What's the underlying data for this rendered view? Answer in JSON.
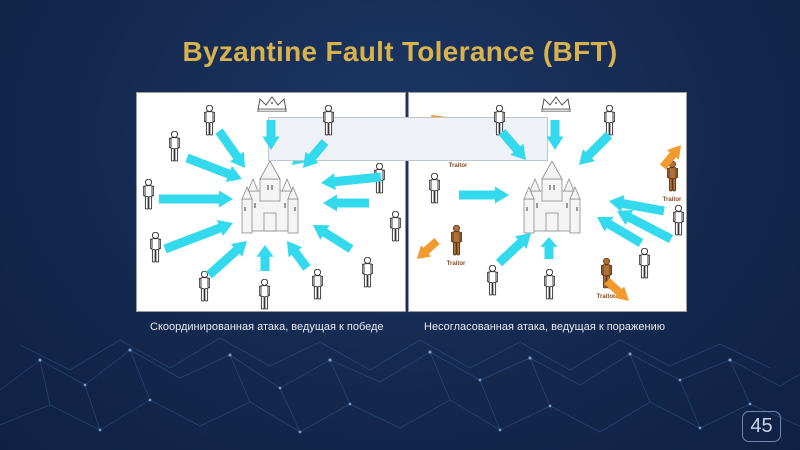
{
  "slide": {
    "title": "Byzantine Fault Tolerance (BFT)",
    "number": "45",
    "background_color": "#14294f",
    "title_color": "#d8b24c"
  },
  "left_panel": {
    "caption": "Скоординированная атака, ведущая к победе",
    "arrow_color": "#33d9ec"
  },
  "right_panel": {
    "caption": "Несогласованная атака, ведущая к поражению",
    "arrow_color": "#33d9ec",
    "traitor_arrow_color": "#f29a2e",
    "traitor_label": "Traitor",
    "traitor_count": 4
  },
  "icons": [
    "crown-icon",
    "castle-icon",
    "soldier-icon",
    "traitor-icon",
    "network-background"
  ]
}
